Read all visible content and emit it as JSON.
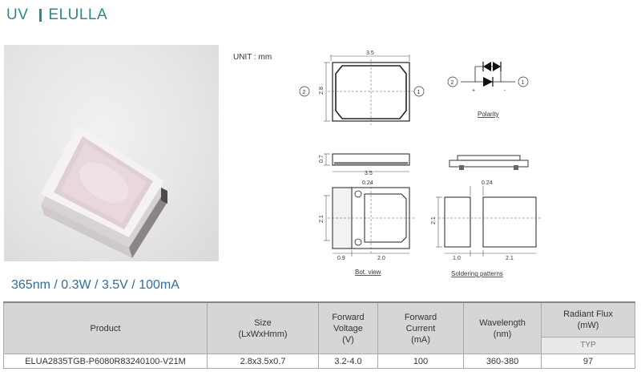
{
  "header": {
    "category": "UV",
    "brand": "ELULLA"
  },
  "drawing": {
    "unit_label": "UNIT : mm",
    "polarity_label": "Polarity",
    "bot_view_label": "Bot. view",
    "soldering_label": "Soldering patterns",
    "pin2": "2",
    "pin1": "1",
    "plus": "+",
    "minus": "-",
    "dims": {
      "width_top": "3.5",
      "height_side": "2.8",
      "thickness": "0.7",
      "width_bot": "3.5",
      "pad_gap": "0.24",
      "height_bot": "2.1",
      "pad_w": "0.9",
      "body_w": "2.0",
      "sp_gap": "0.24",
      "sp_height": "2.1",
      "sp_left": "1.0",
      "sp_right": "2.1"
    }
  },
  "subtitle": "365nm / 0.3W / 3.5V / 100mA",
  "table": {
    "headers": {
      "product": "Product",
      "size_l1": "Size",
      "size_l2": "(LxWxHmm)",
      "fv_l1": "Forward",
      "fv_l2": "Voltage",
      "fv_l3": "(V)",
      "fc_l1": "Forward",
      "fc_l2": "Current",
      "fc_l3": "(mA)",
      "wl_l1": "Wavelength",
      "wl_l2": "(nm)",
      "rf_l1": "Radiant Flux",
      "rf_l2": "(mW)",
      "rf_typ": "TYP"
    },
    "row": {
      "product": "ELUA2835TGB-P6080R83240100-V21M",
      "size": "2.8x3.5x0.7",
      "voltage": "3.2-4.0",
      "current": "100",
      "wavelength": "360-380",
      "flux": "97"
    }
  }
}
